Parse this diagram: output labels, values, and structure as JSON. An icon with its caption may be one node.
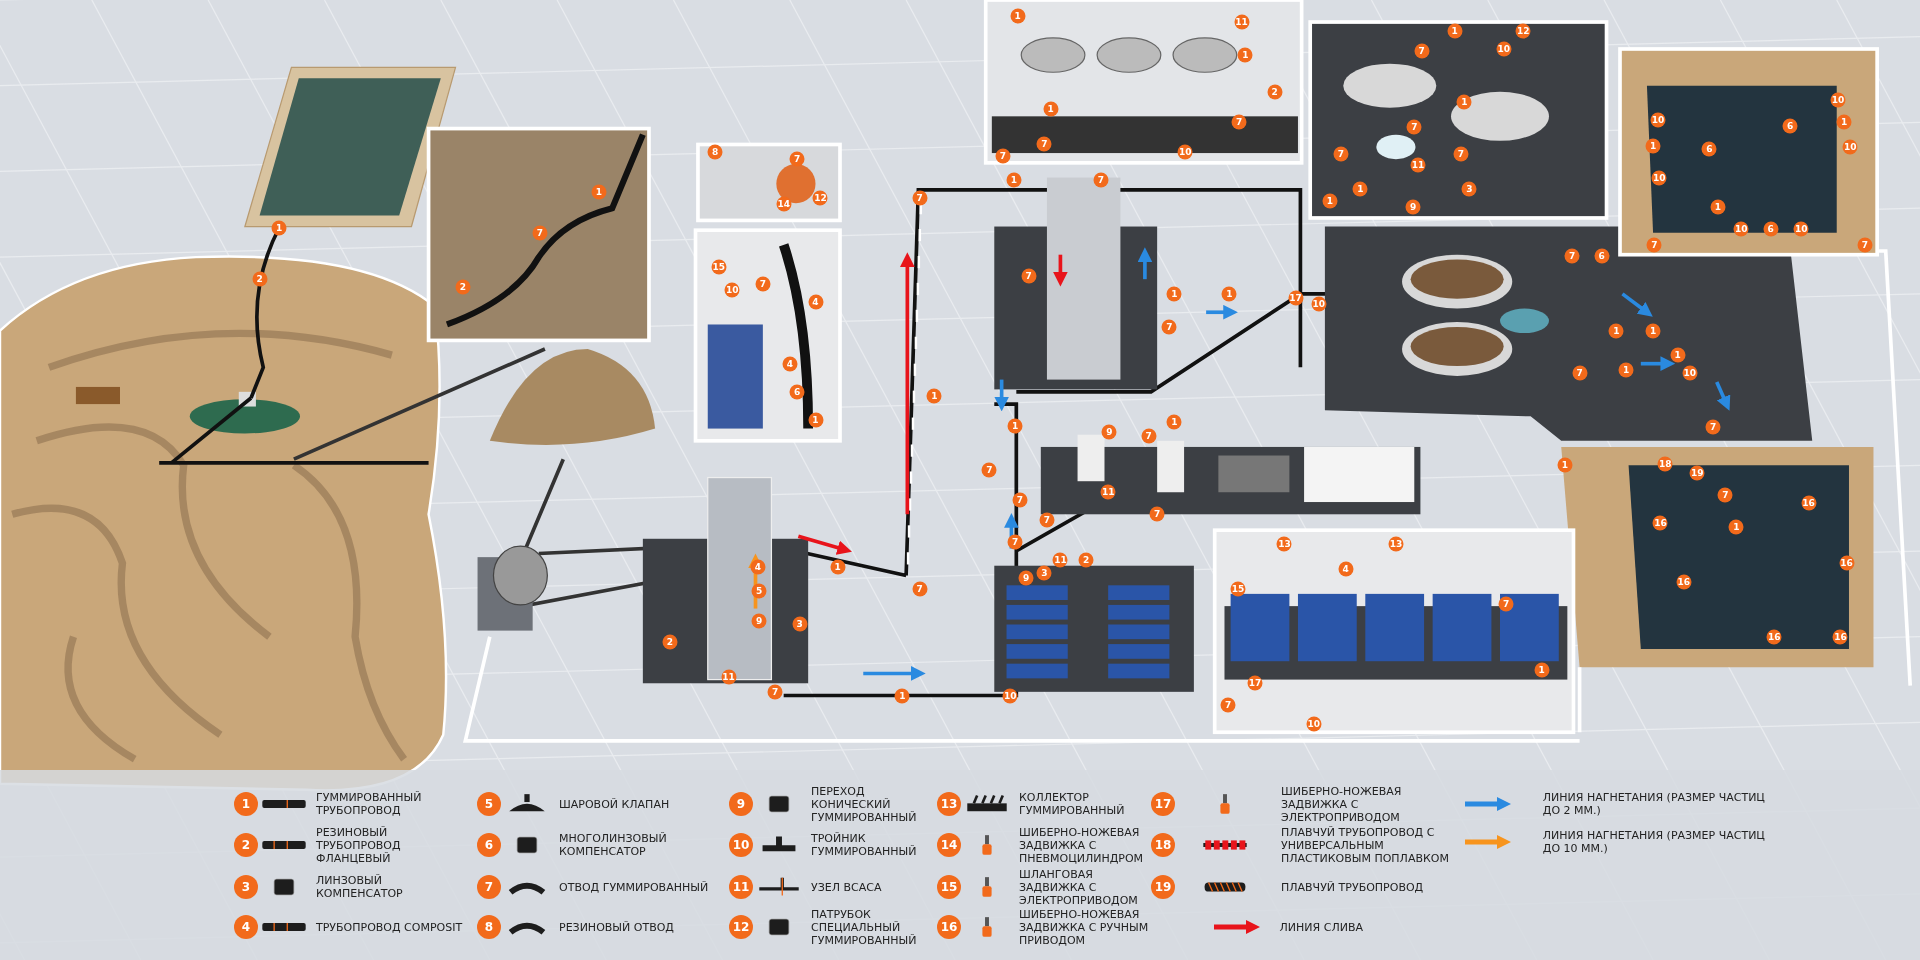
{
  "diagram": {
    "labels": [
      "1",
      "2",
      "1",
      "7",
      "2",
      "8",
      "7",
      "12",
      "14",
      "15",
      "10",
      "7",
      "4",
      "4",
      "6",
      "1",
      "1",
      "7",
      "1",
      "1",
      "7",
      "1",
      "7",
      "2",
      "3",
      "9",
      "11",
      "4",
      "5",
      "7",
      "7",
      "7",
      "1",
      "7",
      "9",
      "1",
      "17",
      "10",
      "1",
      "7",
      "7",
      "1",
      "10",
      "1",
      "11",
      "2",
      "7",
      "1",
      "12",
      "7",
      "10",
      "7",
      "11",
      "1",
      "7",
      "1",
      "9",
      "3",
      "1",
      "7",
      "10",
      "1",
      "10",
      "6",
      "10",
      "6",
      "1",
      "10",
      "1",
      "10",
      "6",
      "10",
      "7",
      "7",
      "7",
      "6",
      "1",
      "1",
      "1",
      "7",
      "1",
      "10",
      "7",
      "1",
      "18",
      "19",
      "7",
      "1",
      "16",
      "16",
      "16",
      "16",
      "16",
      "16",
      "1",
      "7",
      "11",
      "7",
      "7",
      "1",
      "7",
      "7",
      "11",
      "2",
      "3",
      "9",
      "10",
      "13",
      "13",
      "4",
      "15",
      "17",
      "7",
      "10",
      "1",
      "7",
      "1",
      "2",
      "3",
      "4",
      "5",
      "6",
      "7",
      "8",
      "9",
      "10",
      "11",
      "12",
      "13",
      "14",
      "15",
      "16",
      "17",
      "18",
      "19"
    ],
    "legend": [
      {
        "text": "ГУММИРОВАННЫЙ ТРУБОПРОВОД"
      },
      {
        "text": "РЕЗИНОВЫЙ ТРУБОПРОВОД ФЛАНЦЕВЫЙ"
      },
      {
        "text": "ЛИНЗОВЫЙ КОМПЕНСАТОР"
      },
      {
        "text": "ТРУБОПРОВОД COMPOSIT"
      },
      {
        "text": "ШАРОВОЙ КЛАПАН"
      },
      {
        "text": "МНОГОЛИНЗОВЫЙ КОМПЕНСАТОР"
      },
      {
        "text": "ОТВОД ГУММИРОВАННЫЙ"
      },
      {
        "text": "РЕЗИНОВЫЙ ОТВОД"
      },
      {
        "text": "ПЕРЕХОД КОНИЧЕСКИЙ ГУММИРОВАННЫЙ"
      },
      {
        "text": "ТРОЙНИК ГУММИРОВАННЫЙ"
      },
      {
        "text": "УЗЕЛ ВСАСА"
      },
      {
        "text": "ПАТРУБОК СПЕЦИАЛЬНЫЙ ГУММИРОВАННЫЙ"
      },
      {
        "text": "КОЛЛЕКТОР ГУММИРОВАННЫЙ"
      },
      {
        "text": "ШИБЕРНО-НОЖЕВАЯ ЗАДВИЖКА С ПНЕВМОЦИЛИНДРОМ"
      },
      {
        "text": "ШЛАНГОВАЯ ЗАДВИЖКА С ЭЛЕКТРОПРИВОДОМ"
      },
      {
        "text": "ШИБЕРНО-НОЖЕВАЯ ЗАДВИЖКА С РУЧНЫМ ПРИВОДОМ"
      },
      {
        "text": "ШИБЕРНО-НОЖЕВАЯ ЗАДВИЖКА С ЭЛЕКТРОПРИВОДОМ"
      },
      {
        "text": "ПЛАВЧУЙ ТРУБОПРОВОД С УНИВЕРСАЛЬНЫМ ПЛАСТИКОВЫМ ПОПЛАВКОМ"
      },
      {
        "text": "ПЛАВЧУЙ ТРУБОПРОВОД"
      },
      {
        "text": "ЛИНИЯ СЛИВА"
      },
      {
        "text": "ЛИНИЯ НАГНЕТАНИЯ (РАЗМЕР ЧАСТИЦ ДО 2 ММ.)"
      },
      {
        "text": "ЛИНИЯ НАГНЕТАНИЯ (РАЗМЕР ЧАСТИЦ ДО 10 ММ.)"
      }
    ]
  }
}
